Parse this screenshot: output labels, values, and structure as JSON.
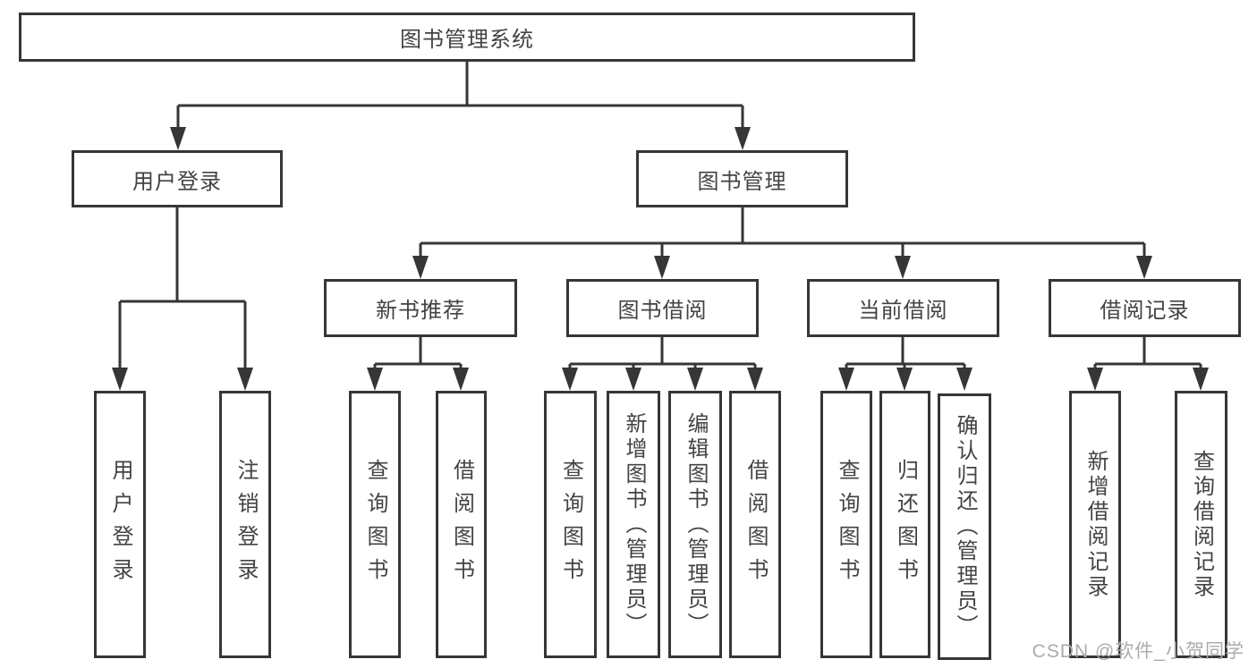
{
  "tree": {
    "root": {
      "label": "图书管理系统"
    },
    "level2": [
      {
        "label": "用户登录"
      },
      {
        "label": "图书管理"
      }
    ],
    "level3": [
      {
        "label": "新书推荐"
      },
      {
        "label": "图书借阅"
      },
      {
        "label": "当前借阅"
      },
      {
        "label": "借阅记录"
      }
    ],
    "leaves": {
      "userLogin": [
        {
          "label": "用户登录"
        },
        {
          "label": "注销登录"
        }
      ],
      "newBooks": [
        {
          "label": "查询图书"
        },
        {
          "label": "借阅图书"
        }
      ],
      "bookBorrow": [
        {
          "label": "查询图书"
        },
        {
          "label": "新增图书（管理员）"
        },
        {
          "label": "编辑图书（管理员）"
        },
        {
          "label": "借阅图书"
        }
      ],
      "currentBorrow": [
        {
          "label": "查询图书"
        },
        {
          "label": "归还图书"
        },
        {
          "label": "确认归还（管理员）"
        }
      ],
      "borrowRecords": [
        {
          "label": "新增借阅记录"
        },
        {
          "label": "查询借阅记录"
        }
      ]
    }
  },
  "watermark": {
    "text": "CSDN @软件_小贺同学"
  },
  "colors": {
    "background": "#ffffff",
    "line": "#363636",
    "text": "#434343",
    "watermark": "#ababab"
  }
}
